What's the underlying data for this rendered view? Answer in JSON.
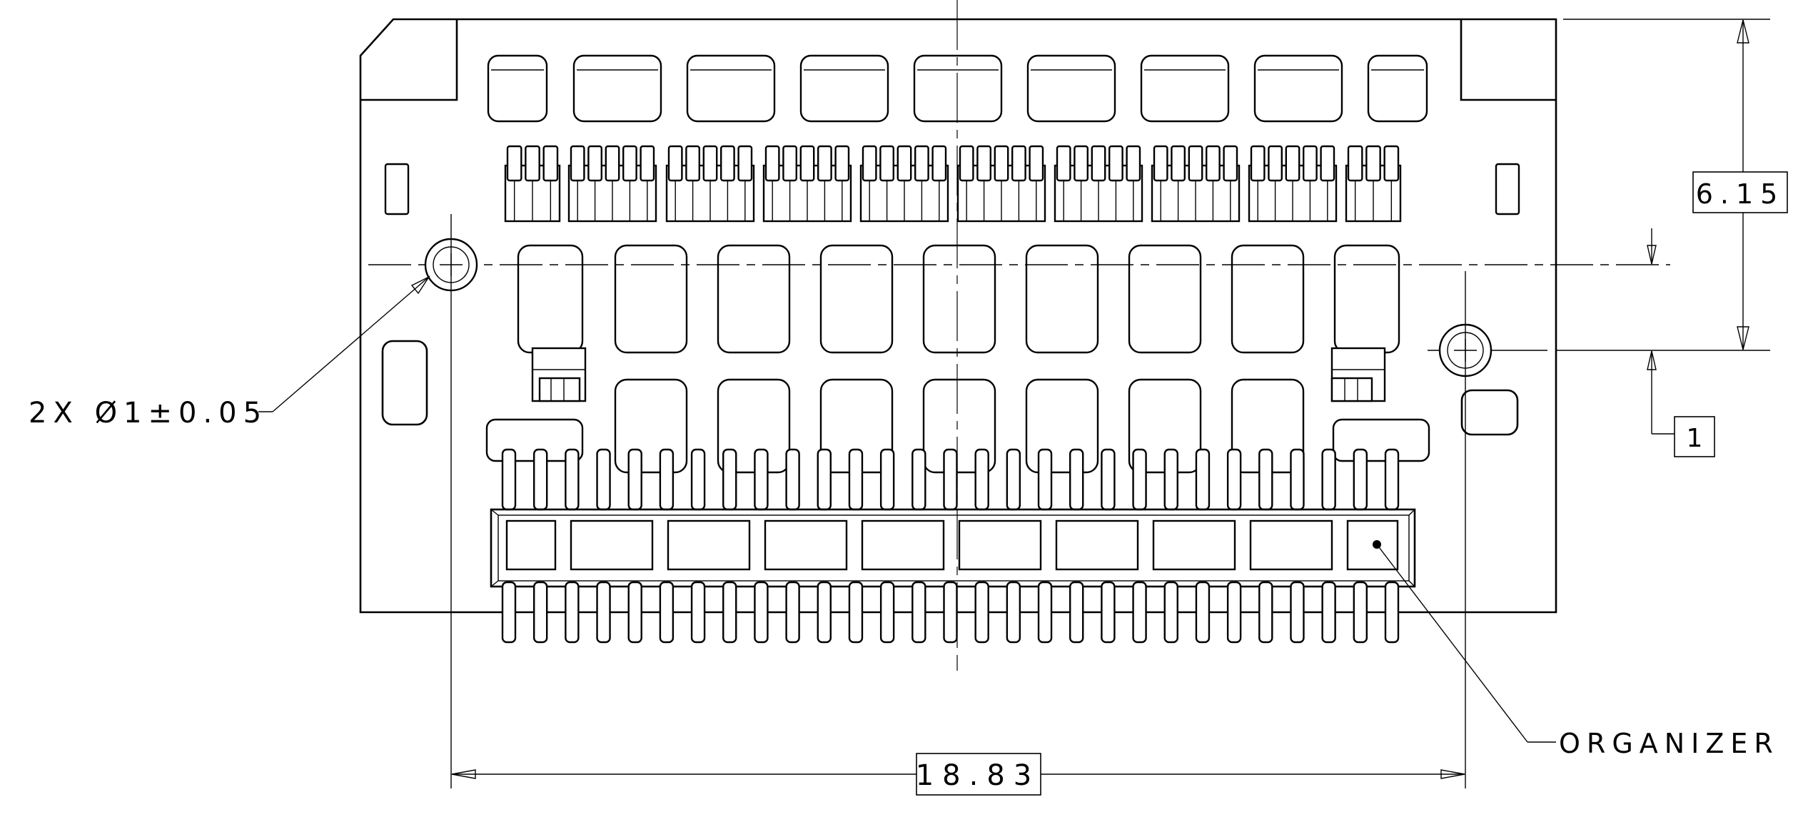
{
  "drawing": {
    "dimensions": {
      "height": "6.15",
      "width": "18.83",
      "datum_ref": "1"
    },
    "callouts": {
      "hole": "2X Ø1±0.05",
      "organizer": "ORGANIZER"
    }
  }
}
